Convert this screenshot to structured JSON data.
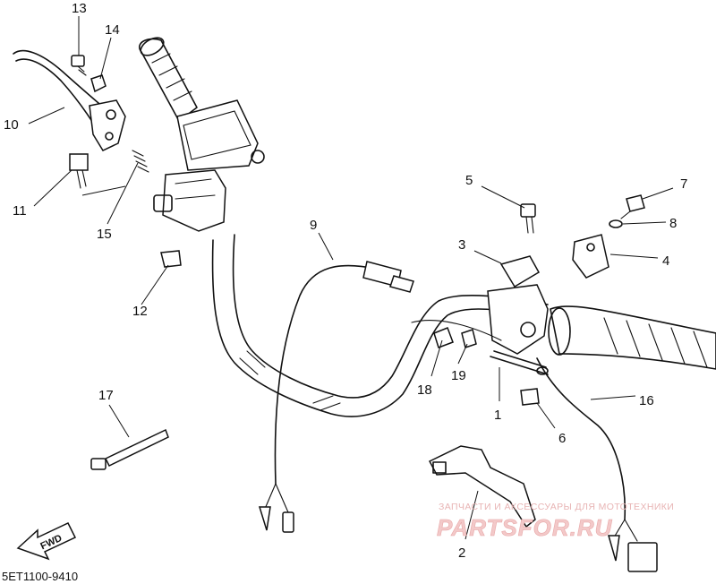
{
  "diagram_code": "5ET1100-9410",
  "watermark": {
    "line1": "ЗАПЧАСТИ И АКСЕССУАРЫ ДЛЯ МОТОТЕХНИКИ",
    "line2": "PARTSFOR.RU"
  },
  "direction_label": "FWD",
  "callouts": [
    "1",
    "2",
    "3",
    "4",
    "5",
    "6",
    "7",
    "8",
    "9",
    "10",
    "11",
    "12",
    "13",
    "14",
    "15",
    "16",
    "17",
    "18",
    "19"
  ],
  "colors": {
    "line": "#111111",
    "watermark": "#e8a8a8"
  }
}
